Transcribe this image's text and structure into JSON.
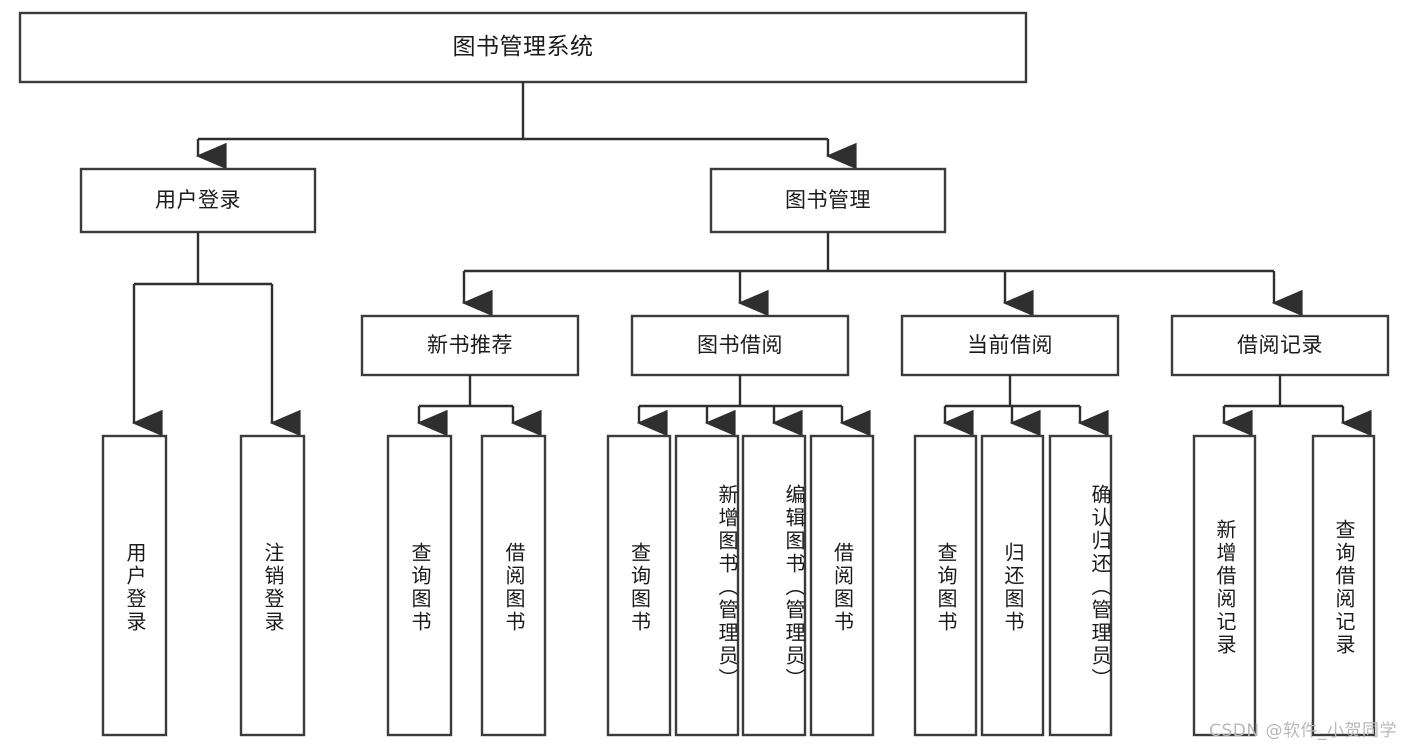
{
  "diagram": {
    "title": "图书管理系统",
    "type": "tree-hierarchy-diagram",
    "colors": {
      "box_stroke": "#3b3b3b",
      "box_fill": "#ffffff",
      "connector": "#2f2f2f",
      "text": "#1b1b1b",
      "watermark": "#b9b9b9",
      "background": "#ffffff"
    },
    "nodes": {
      "root": {
        "label": "图书管理系统"
      },
      "level1": [
        {
          "label": "用户登录"
        },
        {
          "label": "图书管理"
        }
      ],
      "level2": [
        {
          "label": "新书推荐"
        },
        {
          "label": "图书借阅"
        },
        {
          "label": "当前借阅"
        },
        {
          "label": "借阅记录"
        }
      ],
      "leaves_user_login": [
        {
          "label": "用户登录"
        },
        {
          "label": "注销登录"
        }
      ],
      "leaves_new_books": [
        {
          "label": "查询图书"
        },
        {
          "label": "借阅图书"
        }
      ],
      "leaves_borrow": [
        {
          "label": "查询图书"
        },
        {
          "label": "新增图书（管理员）"
        },
        {
          "label": "编辑图书（管理员）"
        },
        {
          "label": "借阅图书"
        }
      ],
      "leaves_current": [
        {
          "label": "查询图书"
        },
        {
          "label": "归还图书"
        },
        {
          "label": "确认归还（管理员）"
        }
      ],
      "leaves_records": [
        {
          "label": "新增借阅记录"
        },
        {
          "label": "查询借阅记录"
        }
      ]
    },
    "watermark": "CSDN @软件_小贺同学"
  }
}
